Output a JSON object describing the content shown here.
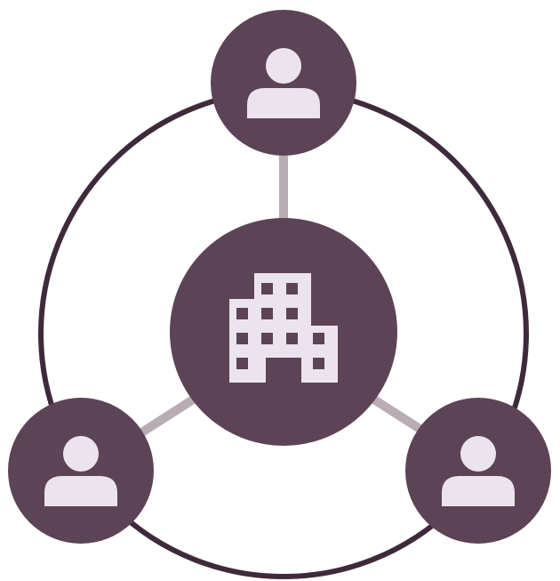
{
  "diagram": {
    "colors": {
      "background": "#ffffff",
      "ring": "#3f2a3b",
      "node_fill": "#5c4456",
      "connector": "#b9adb5",
      "icon": "#ece4ec"
    },
    "center_node": {
      "icon": "building-icon"
    },
    "person_nodes": [
      {
        "id": "top",
        "icon": "person-icon"
      },
      {
        "id": "bottom-left",
        "icon": "person-icon"
      },
      {
        "id": "bottom-right",
        "icon": "person-icon"
      }
    ]
  }
}
